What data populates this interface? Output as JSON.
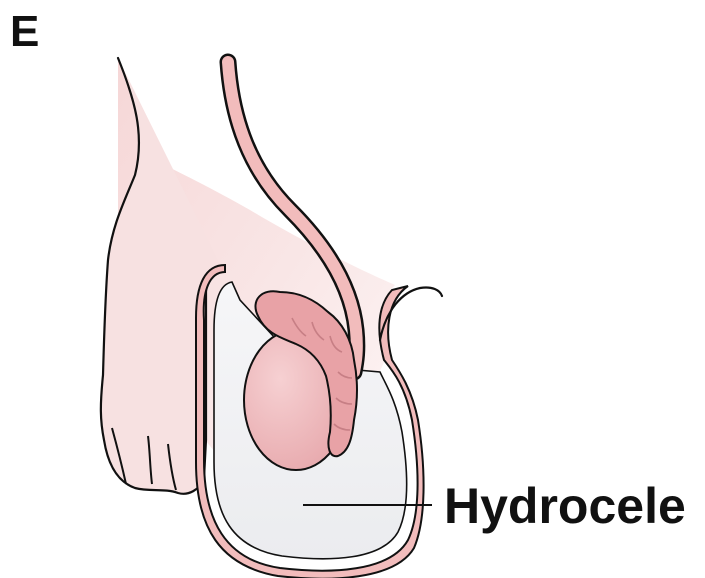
{
  "figure": {
    "panel_letter": "E",
    "labels": {
      "hydrocele": "Hydrocele"
    }
  },
  "colors": {
    "skin": "#f5dcdc",
    "skin_light": "#fbeeee",
    "outline": "#111111",
    "vas_tube": "#f2bcbc",
    "testis": "#eeb3b6",
    "epididymis": "#e8a2a6",
    "fluid": "#eeeff2"
  },
  "icons": [
    "body-outline",
    "testis",
    "epididymis",
    "vas-deferens",
    "hydrocele-fluid"
  ]
}
